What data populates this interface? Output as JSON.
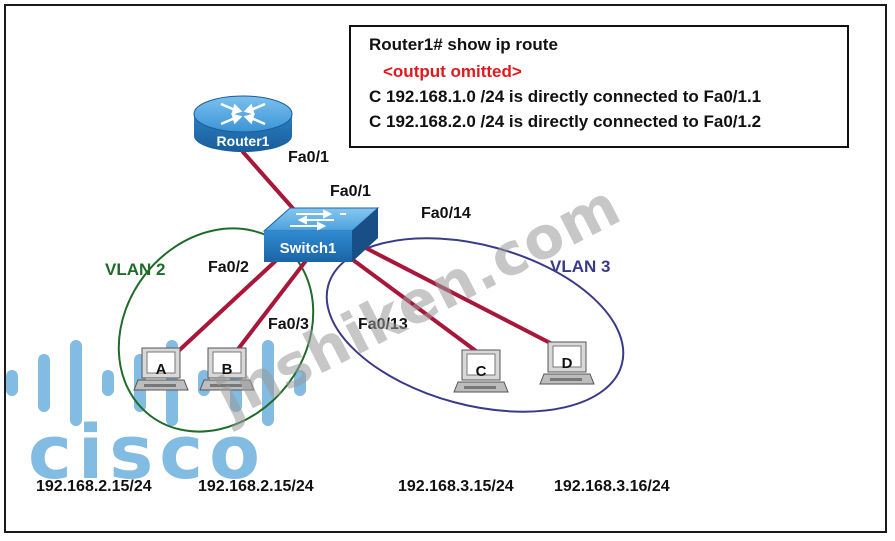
{
  "cli": {
    "command": "Router1# show ip route",
    "omitted": "<output omitted>",
    "routes": [
      "C  192.168.1.0 /24 is directly connected to Fa0/1.1",
      "C  192.168.2.0 /24 is directly connected to Fa0/1.2"
    ],
    "omitted_color": "#e0191e"
  },
  "devices": {
    "router": "Router1",
    "switch": "Switch1",
    "pcs": [
      "A",
      "B",
      "C",
      "D"
    ]
  },
  "ports": {
    "router_fa01": "Fa0/1",
    "switch_fa01": "Fa0/1",
    "fa02": "Fa0/2",
    "fa03": "Fa0/3",
    "fa013": "Fa0/13",
    "fa014": "Fa0/14"
  },
  "vlans": {
    "vlan2": "VLAN 2",
    "vlan3": "VLAN 3",
    "vlan2_color": "#1f6b2a",
    "vlan3_color": "#3a3a8a"
  },
  "ips": [
    "192.168.2.15/24",
    "192.168.2.15/24",
    "192.168.3.15/24",
    "192.168.3.16/24"
  ],
  "watermark": {
    "site": "jnshiken.com",
    "logo": "cisco"
  },
  "colors": {
    "link": "#a8173a",
    "device_blue": "#2a86c8",
    "logo_blue": "#5aa6da"
  }
}
